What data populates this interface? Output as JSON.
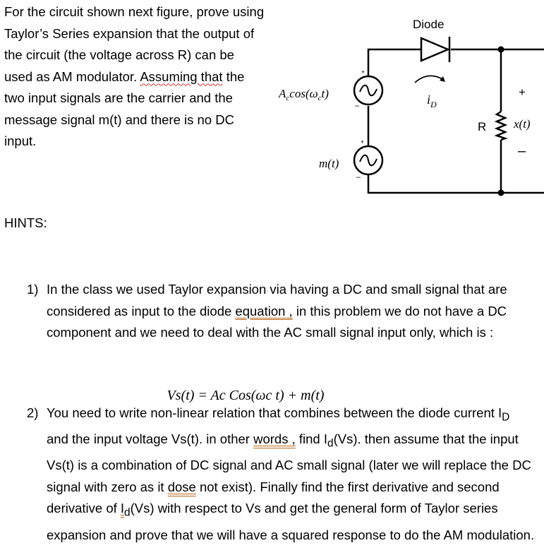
{
  "intro": {
    "line_a": "For the circuit shown next figure, prove using Taylor’s Series expansion that the output of the circuit (the voltage across R) can be used as AM modulator. ",
    "underlined": "Assuming that",
    "line_b": " the two input signals are the carrier and the message signal m(t) and there is no DC input."
  },
  "circuit": {
    "diode_label": "Diode",
    "carrier_label": "A",
    "carrier_sub": "c",
    "carrier_rest": "cos(ω",
    "carrier_sub2": "c",
    "carrier_end": "t)",
    "message_label": "m(t)",
    "current_label": "i",
    "current_sub": "D",
    "resistor_label": "R",
    "output_label": "x(t)",
    "plus": "+",
    "minus": "–"
  },
  "hints_title": "HINTS:",
  "hints": [
    {
      "num": "1)",
      "text_a": "In the class we used Taylor expansion via having a DC and small signal that are considered as input to the diode ",
      "underlined": "equation ,",
      "text_b": " in this problem we do not have a DC component and we need to deal with the AC small signal input only, which is :",
      "equation": "Vs(t) = Ac  Cos(ωc t) + m(t)"
    },
    {
      "num": "2)",
      "text_a": "You need to write non-linear relation that combines between the diode current I",
      "sub_a": "D",
      "text_b": " and the input voltage Vs(t). in other ",
      "underlined1": "words ,",
      "text_c": " find I",
      "sub_b": "d",
      "text_d": "(Vs).  then assume that the input Vs(t) is a combination of DC signal and AC small signal (later we will replace the DC signal with zero as it ",
      "underlined2": "dose",
      "text_e": " not exist). Finally find the first derivative and second derivative of ",
      "underlined3": "I",
      "sub_c": "d",
      "text_f": "(Vs) with respect to Vs and get the general form of Taylor series expansion and prove that we will have a squared response to do the AM modulation."
    }
  ]
}
